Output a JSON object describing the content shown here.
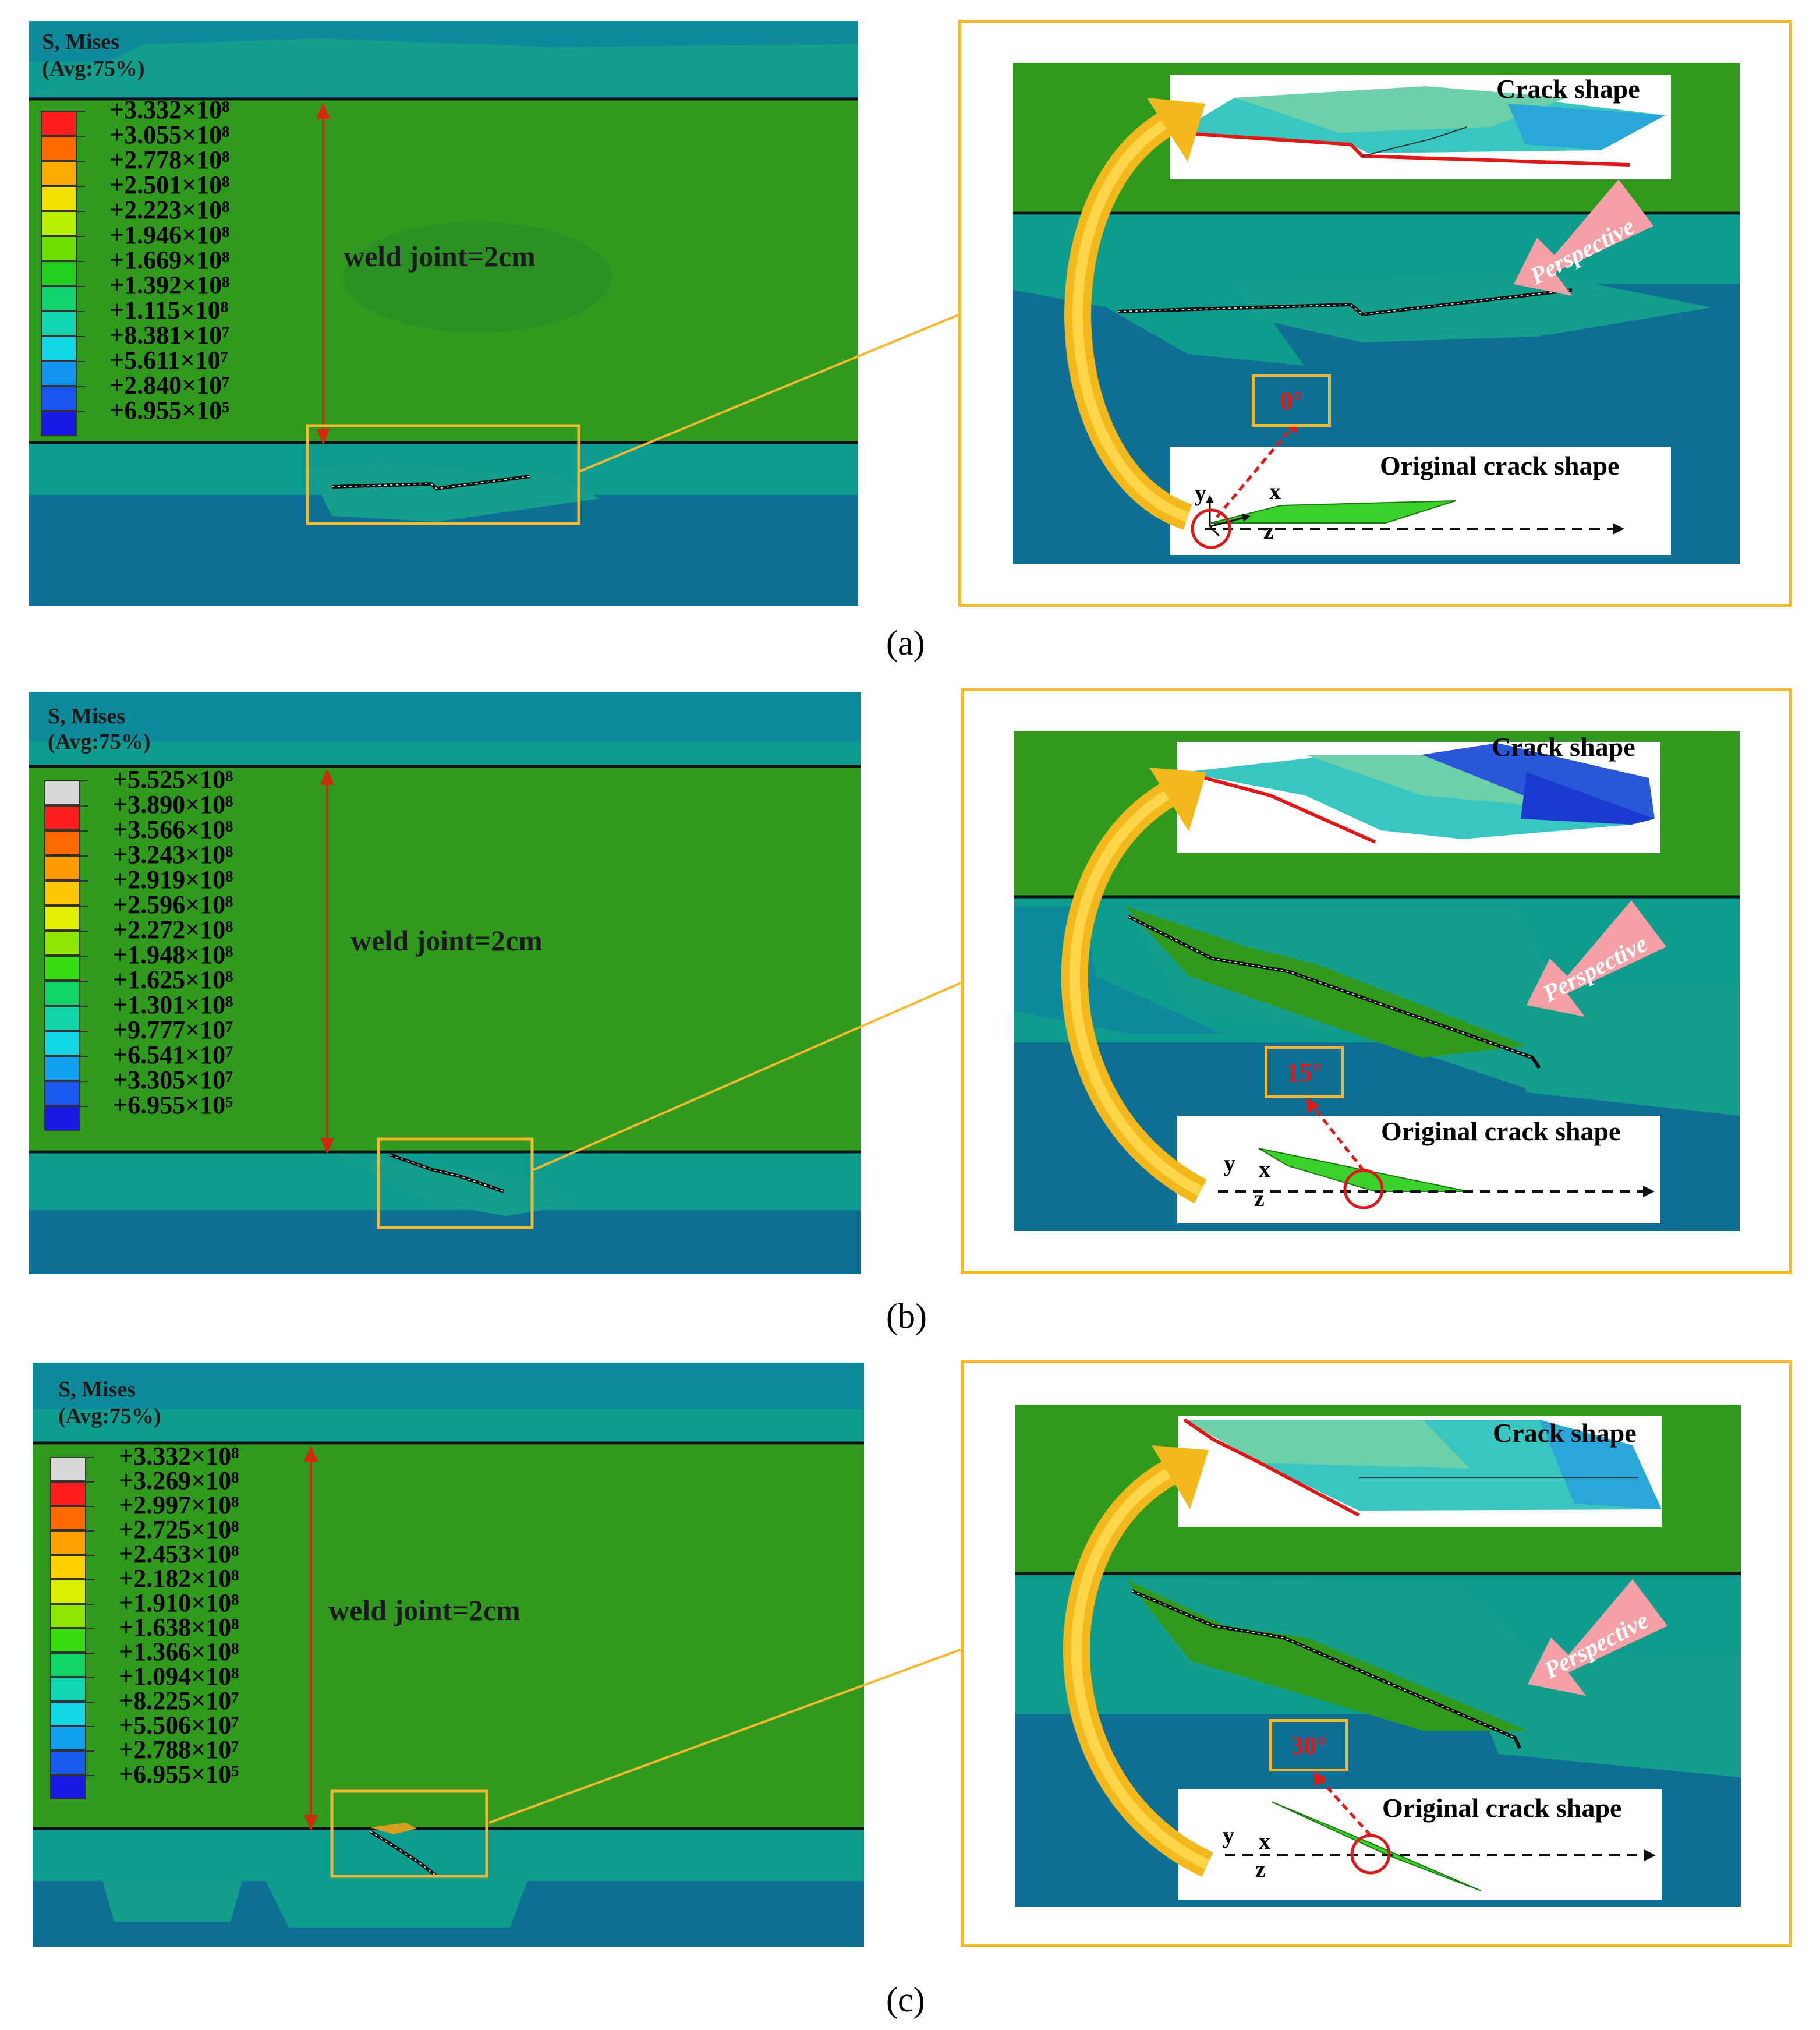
{
  "panels": [
    {
      "caption": "(a)",
      "legend_title_1": "S, Mises",
      "legend_title_2": "(Avg:75%)",
      "legend": [
        {
          "label": "+3.332×10⁸",
          "color": "#ff1e1e"
        },
        {
          "label": "+3.055×10⁸",
          "color": "#ff6a00"
        },
        {
          "label": "+2.778×10⁸",
          "color": "#ffaa00"
        },
        {
          "label": "+2.501×10⁸",
          "color": "#f0e000"
        },
        {
          "label": "+2.223×10⁸",
          "color": "#b8f000"
        },
        {
          "label": "+1.946×10⁸",
          "color": "#6ee000"
        },
        {
          "label": "+1.669×10⁸",
          "color": "#22d11e"
        },
        {
          "label": "+1.392×10⁸",
          "color": "#11d46e"
        },
        {
          "label": "+1.115×10⁸",
          "color": "#12d6b0"
        },
        {
          "label": "+8.381×10⁷",
          "color": "#12d6e6"
        },
        {
          "label": "+5.611×10⁷",
          "color": "#1296f0"
        },
        {
          "label": "+2.840×10⁷",
          "color": "#1a56f0"
        },
        {
          "label": "+6.955×10⁵",
          "color": "#1a1ae6"
        }
      ],
      "weld_label": "weld joint=2cm",
      "crack_shape_label": "Crack shape",
      "original_label": "Original crack shape",
      "perspective_label": "Perspective",
      "angle": "0°",
      "axes": {
        "y": "y",
        "x": "x",
        "z": "z"
      }
    },
    {
      "caption": "(b)",
      "legend_title_1": "S, Mises",
      "legend_title_2": "(Avg:75%)",
      "legend": [
        {
          "label": "+5.525×10⁸",
          "color": "#d8d8d8"
        },
        {
          "label": "+3.890×10⁸",
          "color": "#ff1e1e"
        },
        {
          "label": "+3.566×10⁸",
          "color": "#ff6a00"
        },
        {
          "label": "+3.243×10⁸",
          "color": "#ff9a00"
        },
        {
          "label": "+2.919×10⁸",
          "color": "#ffc800"
        },
        {
          "label": "+2.596×10⁸",
          "color": "#e0f000"
        },
        {
          "label": "+2.272×10⁸",
          "color": "#8ee600"
        },
        {
          "label": "+1.948×10⁸",
          "color": "#38dc10"
        },
        {
          "label": "+1.625×10⁸",
          "color": "#12d664"
        },
        {
          "label": "+1.301×10⁸",
          "color": "#12d6a8"
        },
        {
          "label": "+9.777×10⁷",
          "color": "#12d6e6"
        },
        {
          "label": "+6.541×10⁷",
          "color": "#12a0f0"
        },
        {
          "label": "+3.305×10⁷",
          "color": "#1a5af0"
        },
        {
          "label": "+6.955×10⁵",
          "color": "#1a1ae6"
        }
      ],
      "weld_label": "weld joint=2cm",
      "crack_shape_label": "Crack shape",
      "original_label": "Original crack shape",
      "perspective_label": "Perspective",
      "angle": "15°",
      "axes": {
        "y": "y",
        "x": "x",
        "z": "z"
      }
    },
    {
      "caption": "(c)",
      "legend_title_1": "S, Mises",
      "legend_title_2": "(Avg:75%)",
      "legend": [
        {
          "label": "+3.332×10⁸",
          "color": "#d8d8d8"
        },
        {
          "label": "+3.269×10⁸",
          "color": "#ff1e1e"
        },
        {
          "label": "+2.997×10⁸",
          "color": "#ff6a00"
        },
        {
          "label": "+2.725×10⁸",
          "color": "#ffa000"
        },
        {
          "label": "+2.453×10⁸",
          "color": "#ffd000"
        },
        {
          "label": "+2.182×10⁸",
          "color": "#d8f000"
        },
        {
          "label": "+1.910×10⁸",
          "color": "#8ee600"
        },
        {
          "label": "+1.638×10⁸",
          "color": "#38dc10"
        },
        {
          "label": "+1.366×10⁸",
          "color": "#12d664"
        },
        {
          "label": "+1.094×10⁸",
          "color": "#12d6b0"
        },
        {
          "label": "+8.225×10⁷",
          "color": "#12d6e6"
        },
        {
          "label": "+5.506×10⁷",
          "color": "#12a0f0"
        },
        {
          "label": "+2.788×10⁷",
          "color": "#1a5af0"
        },
        {
          "label": "+6.955×10⁵",
          "color": "#1a1ae6"
        }
      ],
      "weld_label": "weld joint=2cm",
      "crack_shape_label": "Crack shape",
      "original_label": "Original crack shape",
      "perspective_label": "Perspective",
      "angle": "30°",
      "axes": {
        "y": "y",
        "x": "x",
        "z": "z"
      }
    }
  ],
  "colors": {
    "weld_green": "#2f9a1e",
    "plate_teal": "#0e9c8e",
    "base_blue": "#0e6f95",
    "frame_yellow": "#f5b82e",
    "arrow_red": "#d01010",
    "persp_pink": "#f4a0a6"
  }
}
